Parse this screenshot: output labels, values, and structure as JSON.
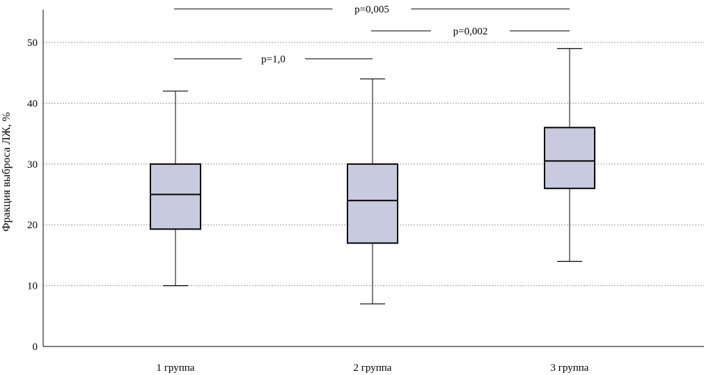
{
  "chart_data": {
    "type": "box",
    "title": "",
    "xlabel": "",
    "ylabel": "Фракция выброса ЛЖ, %",
    "ylim": [
      0,
      55
    ],
    "yticks": [
      0,
      10,
      20,
      30,
      40,
      50
    ],
    "grid": "horizontal-dashed",
    "categories": [
      "1 группа",
      "2 группа",
      "3 группа"
    ],
    "boxes": [
      {
        "category": "1 группа",
        "min": 10,
        "q1": 19.3,
        "median": 25,
        "q3": 30,
        "max": 42
      },
      {
        "category": "2 группа",
        "min": 7,
        "q1": 17,
        "median": 24,
        "q3": 30,
        "max": 44
      },
      {
        "category": "3 группа",
        "min": 14,
        "q1": 26,
        "median": 30.5,
        "q3": 36,
        "max": 49
      }
    ],
    "comparisons": [
      {
        "from": 0,
        "to": 2,
        "y": 55.5,
        "label": "p=0,005"
      },
      {
        "from": 1,
        "to": 2,
        "y": 51.9,
        "label": "p=0,002"
      },
      {
        "from": 0,
        "to": 1,
        "y": 47.3,
        "label": "p=1,0"
      }
    ],
    "colors": {
      "box_fill": "#c8cbdf",
      "box_stroke": "#000000",
      "grid": "#999999"
    }
  }
}
